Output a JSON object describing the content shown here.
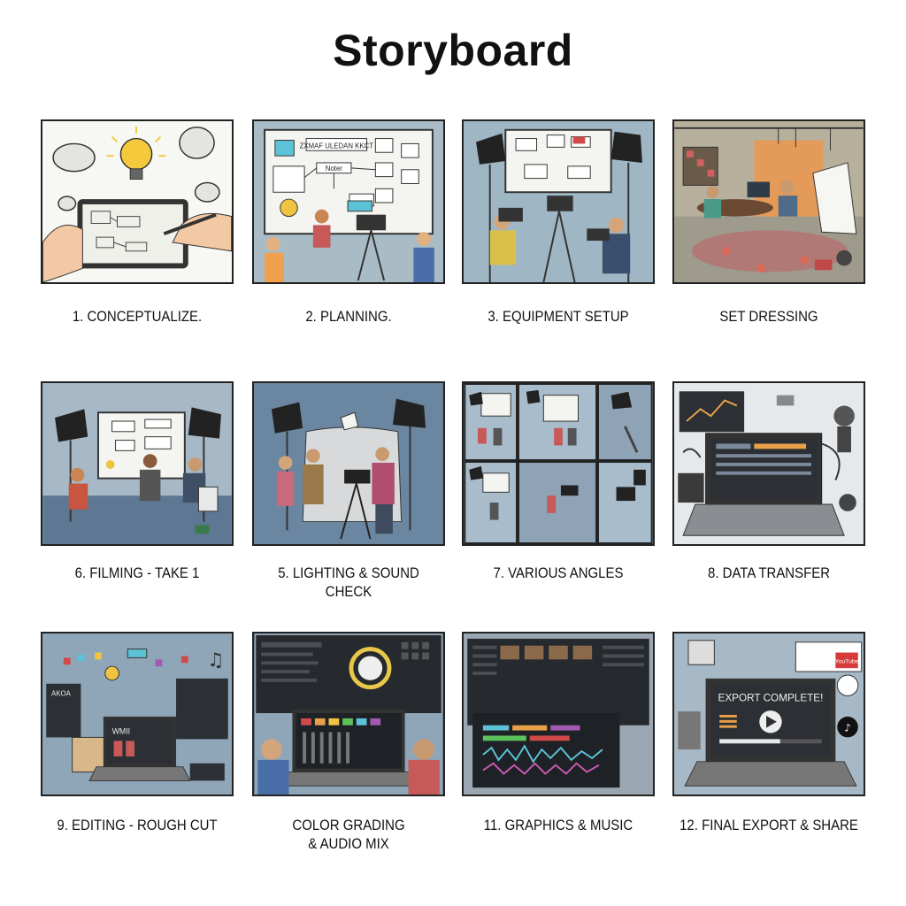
{
  "page": {
    "title": "Storyboard"
  },
  "panels": [
    {
      "caption": "1. CONCEPTUALIZE.",
      "art": "lightbulb-sketch-tablet-illustration"
    },
    {
      "caption": "2. PLANNING.",
      "art": "whiteboard-flowchart-team-illustration",
      "board_title": "ZXMAF ULEDAN KKCT",
      "board_note": "Noter"
    },
    {
      "caption": "3. EQUIPMENT SETUP",
      "art": "camera-rigs-softbox-illustration"
    },
    {
      "caption": "SET DRESSING",
      "art": "studio-set-props-illustration"
    },
    {
      "caption": "6. FILMING - TAKE 1",
      "art": "filming-studio-actors-illustration"
    },
    {
      "caption": "5. LIGHTING & SOUND CHECK",
      "art": "lighting-backdrop-crew-illustration"
    },
    {
      "caption": "7. VARIOUS ANGLES",
      "art": "multi-angle-grid-illustration"
    },
    {
      "caption": "8. DATA TRANSFER",
      "art": "laptop-devices-cables-illustration"
    },
    {
      "caption": "9. EDITING - ROUGH CUT",
      "art": "editing-laptop-clips-illustration",
      "screen_text": "WMII",
      "side_text": "AKOA"
    },
    {
      "caption_line1": "COLOR GRADING",
      "caption_line2": "& AUDIO MIX",
      "art": "color-wheel-mixer-illustration"
    },
    {
      "caption": "11. GRAPHICS & MUSIC",
      "art": "timeline-editor-illustration"
    },
    {
      "caption": "12. FINAL EXPORT & SHARE",
      "art": "export-complete-laptop-illustration",
      "export_text": "EXPORT COMPLETE!",
      "badge_text": "YouTube"
    }
  ],
  "colors": {
    "panel_blue": "#8ea3b5",
    "panel_grey": "#a9b8c4",
    "dark_screen": "#2c2f33",
    "accent_orange": "#e8a04a"
  }
}
